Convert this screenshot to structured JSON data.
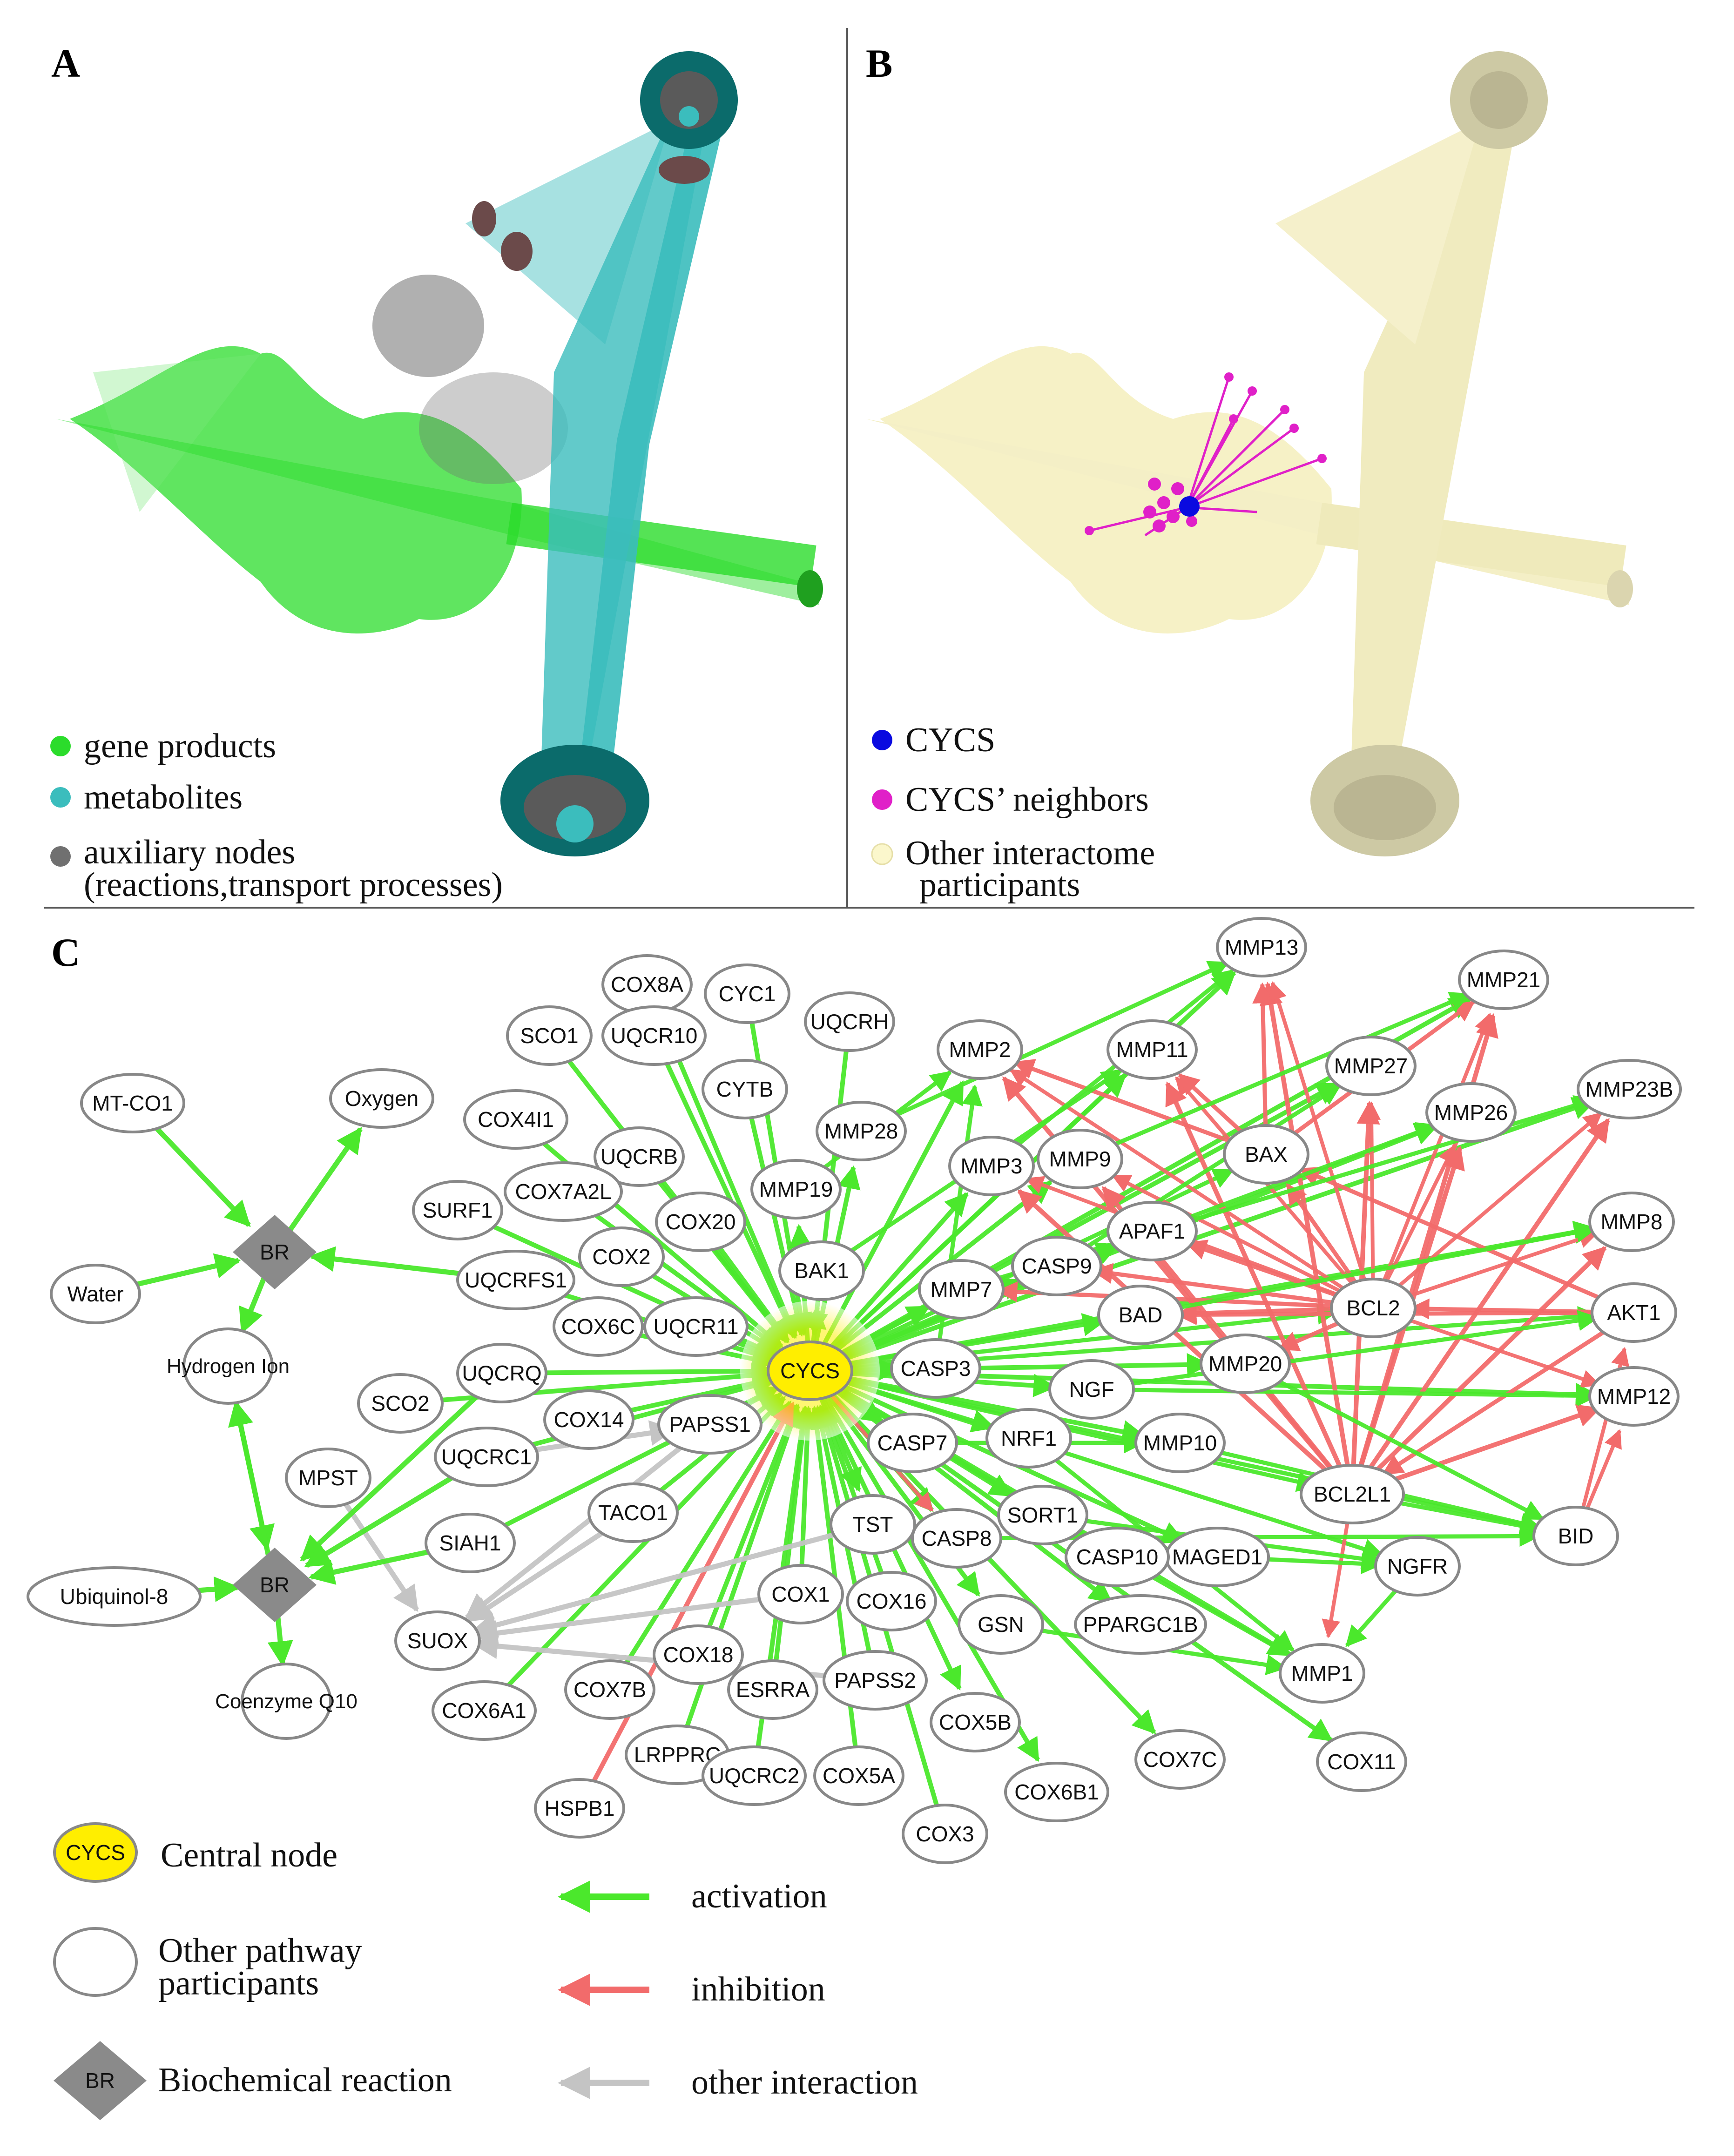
{
  "panels": {
    "a": {
      "letter": "A",
      "legend": [
        {
          "label": "gene products",
          "color": "#2bdc2b"
        },
        {
          "label": "metabolites",
          "color": "#3bbdbd"
        },
        {
          "label": "auxiliary nodes",
          "label2": "(reactions,transport processes)",
          "color": "#707070"
        }
      ]
    },
    "b": {
      "letter": "B",
      "legend": [
        {
          "label": "CYCS",
          "color": "#0a0ae0"
        },
        {
          "label": "CYCS’ neighbors",
          "color": "#e020c8"
        },
        {
          "label": "Other interactome",
          "label2": "participants",
          "color": "#fbf7cc"
        }
      ]
    },
    "c": {
      "letter": "C",
      "legend_nodes": [
        {
          "symbol": "CYCS",
          "label": "Central node"
        },
        {
          "symbol": "",
          "label": "Other pathway",
          "label2": "participants"
        },
        {
          "symbol": "BR",
          "label": "Biochemical reaction"
        }
      ],
      "legend_edges": [
        {
          "label": "activation",
          "color": "#4be82c"
        },
        {
          "label": "inhibition",
          "color": "#f26b6b"
        },
        {
          "label": "other interaction",
          "color": "#c4c4c4"
        }
      ]
    }
  },
  "colors": {
    "activation": "#4be82c",
    "inhibition": "#f26b6b",
    "other": "#c4c4c4",
    "central": "#ffee00",
    "reaction": "#8a8a8a",
    "node_border": "#888888"
  },
  "network": {
    "central": "CYCS",
    "nodes": [
      "MMP13",
      "MMP21",
      "COX8A",
      "CYC1",
      "UQCRH",
      "MMP11",
      "MMP2",
      "MMP27",
      "MMP23B",
      "SCO1",
      "UQCR10",
      "CYTB",
      "MMP26",
      "MT-CO1",
      "Oxygen",
      "COX4I1",
      "MMP28",
      "BAX",
      "UQCRB",
      "MMP3",
      "MMP9",
      "COX7A2L",
      "MMP19",
      "SURF1",
      "COX20",
      "MMP8",
      "APAF1",
      "COX2",
      "BAK1",
      "CASP9",
      "UQCRFS1",
      "MMP7",
      "Water",
      "BCL2",
      "BAD",
      "AKT1",
      "COX6C",
      "UQCR11",
      "UQCRQ",
      "CASP3",
      "MMP20",
      "SCO2",
      "COX14",
      "NGF",
      "MMP12",
      "PAPSS1",
      "CASP7",
      "NRF1",
      "MMP10",
      "UQCRC1",
      "MPST",
      "BCL2L1",
      "TST",
      "SORT1",
      "SIAH1",
      "TACO1",
      "BID",
      "CASP8",
      "MAGED1",
      "CASP10",
      "NGFR",
      "COX1",
      "COX16",
      "Ubiquinol-8",
      "GSN",
      "PPARGC1B",
      "SUOX",
      "COX18",
      "MMP1",
      "PAPSS2",
      "ESRRA",
      "COX7B",
      "COX6A1",
      "COX5B",
      "COX7C",
      "COX11",
      "LRPPRC",
      "UQCRC2",
      "COX5A",
      "COX6B1",
      "HSPB1",
      "COX3"
    ],
    "reactions": [
      "BR",
      "BR"
    ],
    "plain_labels": [
      "Hydrogen Ion",
      "Coenzyme Q10"
    ]
  }
}
